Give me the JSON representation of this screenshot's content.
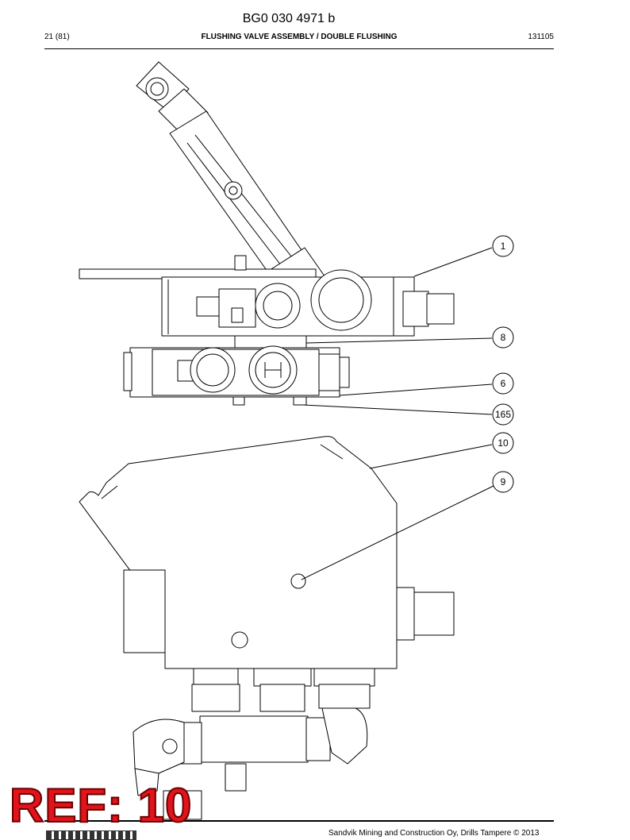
{
  "header": {
    "doc_number": "BG0 030 4971 b",
    "page": "21 (81)",
    "title": "FLUSHING VALVE ASSEMBLY / DOUBLE FLUSHING",
    "code": "131105"
  },
  "callouts": [
    {
      "label": "1"
    },
    {
      "label": "8"
    },
    {
      "label": "6"
    },
    {
      "label": "165"
    },
    {
      "label": "10"
    },
    {
      "label": "9"
    }
  ],
  "stamp": {
    "text": "REF: 10",
    "color": "#e1141b"
  },
  "footer": {
    "copyright": "Sandvik Mining and Construction Oy, Drills Tampere © 2013"
  }
}
